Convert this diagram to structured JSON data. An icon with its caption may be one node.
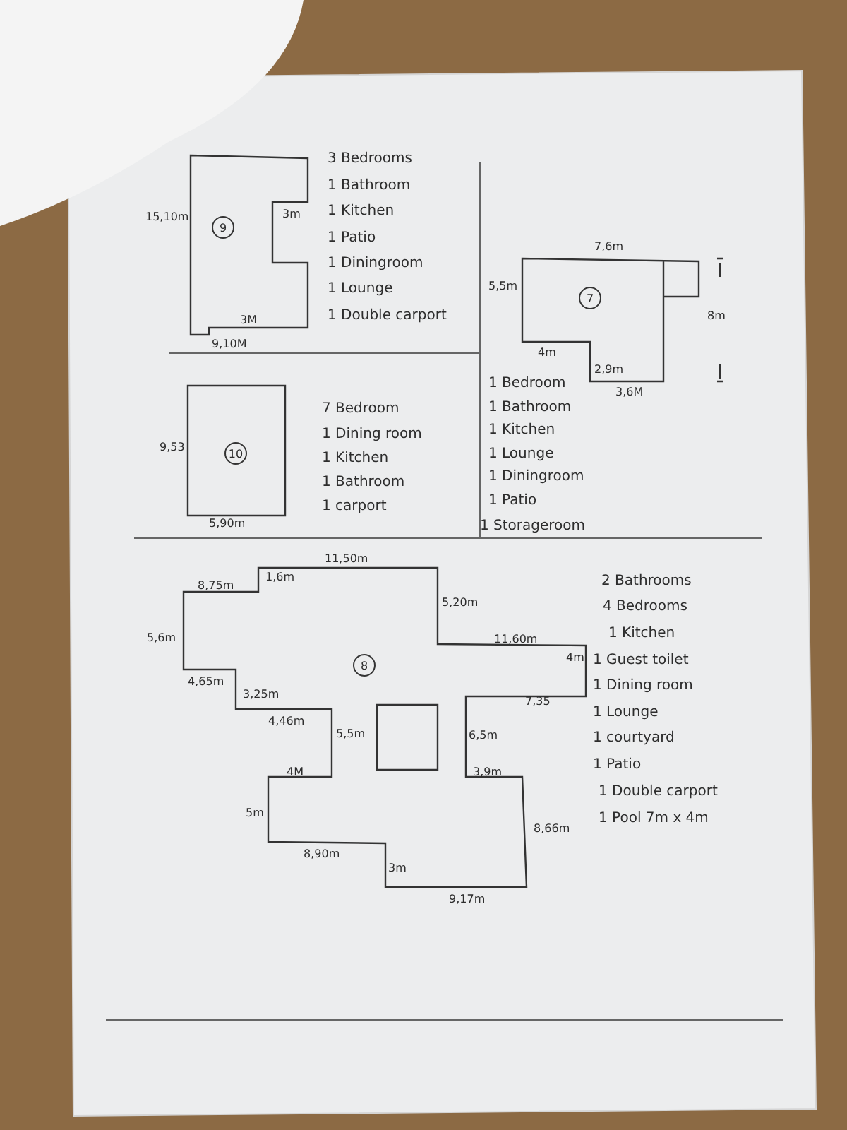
{
  "diagram": {
    "nodes": [
      {
        "text": [
          "9"
        ]
      },
      {
        "text": [
          "7"
        ]
      },
      {
        "text": [
          "10"
        ]
      },
      {
        "text": [
          "8"
        ]
      }
    ],
    "edges": [],
    "labels": [
      "3 Bedrooms",
      "1 Bathroom",
      "1 Kitchen",
      "1 Patio",
      "1 Diningroom",
      "1 Lounge",
      "1 Double carport",
      "15,10m",
      "3m",
      "3M",
      "9,10M",
      "7,6m",
      "5,5m",
      "8m",
      "4m",
      "2,9m",
      "3,6M",
      "1 Bedroom",
      "1 Bathroom",
      "1 Kitchen",
      "1 Lounge",
      "1 Diningroom",
      "1 Patio",
      "1 Storageroom",
      "9,53",
      "5,90m",
      "7 Bedroom",
      "1 Dining room",
      "1 Kitchen",
      "1 Bathroom",
      "1 carport",
      "11,50m",
      "8,75m",
      "1,6m",
      "5,20m",
      "11,60m",
      "5,6m",
      "4,65m",
      "3,25m",
      "4,46m",
      "5,5m",
      "7,35",
      "6,5m",
      "4m",
      "3,9m",
      "4M",
      "5m",
      "8,66m",
      "8,90m",
      "3m",
      "9,17m",
      "2 Bathrooms",
      "4 Bedrooms",
      "1 Kitchen",
      "1 Guest toilet",
      "1 Dining room",
      "1 Lounge",
      "1 courtyard",
      "1 Patio",
      "1 Double carport",
      "1 Pool 7m x 4m"
    ]
  }
}
